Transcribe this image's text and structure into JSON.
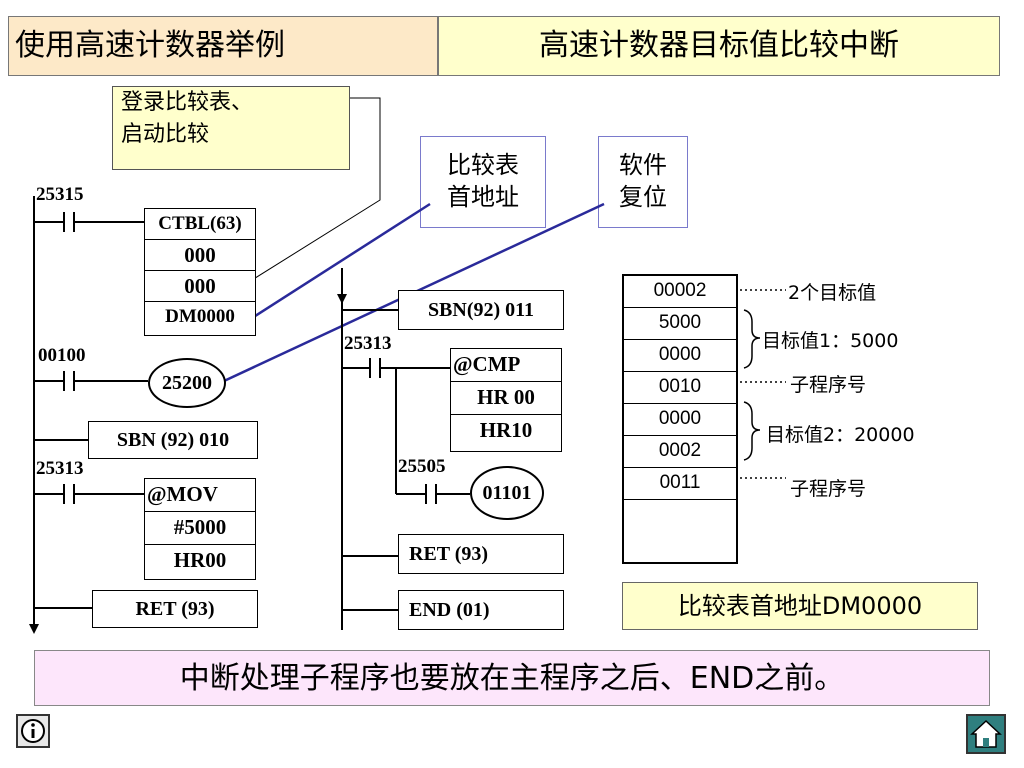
{
  "header": {
    "left_title": "使用高速计数器举例",
    "right_title": "高速计数器目标值比较中断"
  },
  "notes": {
    "register": "登录比较表、\n启动比较",
    "table_address": "比较表\n首地址",
    "soft_reset": "软件\n复位"
  },
  "main_rung": {
    "contact1": "25315",
    "ctbl": [
      "CTBL(63)",
      "000",
      "000",
      "DM0000"
    ],
    "contact2": "00100",
    "coil": "25200",
    "sbn": "SBN (92) 010",
    "contact3": "25313",
    "mov": [
      "@MOV",
      "#5000",
      "HR00"
    ],
    "ret": "RET (93)"
  },
  "sub_rung": {
    "sbn": "SBN(92) 011",
    "contact1": "25313",
    "cmp": [
      "@CMP",
      "HR 00",
      "HR10"
    ],
    "contact2": "25505",
    "coil": "01101",
    "ret": "RET (93)",
    "end": "END (01)"
  },
  "table": {
    "cells": [
      "00002",
      "5000",
      "0000",
      "0010",
      "0000",
      "0002",
      "0011"
    ],
    "side_labels": {
      "count": "2个目标值",
      "target1": "目标值1：5000",
      "sub1": "子程序号",
      "target2": "目标值2：20000",
      "sub2": "子程序号"
    }
  },
  "address_note": "比较表首地址DM0000",
  "banner": "中断处理子程序也要放在主程序之后、END之前。",
  "nav": {
    "info_icon": "info-icon",
    "home_icon": "home-icon"
  }
}
